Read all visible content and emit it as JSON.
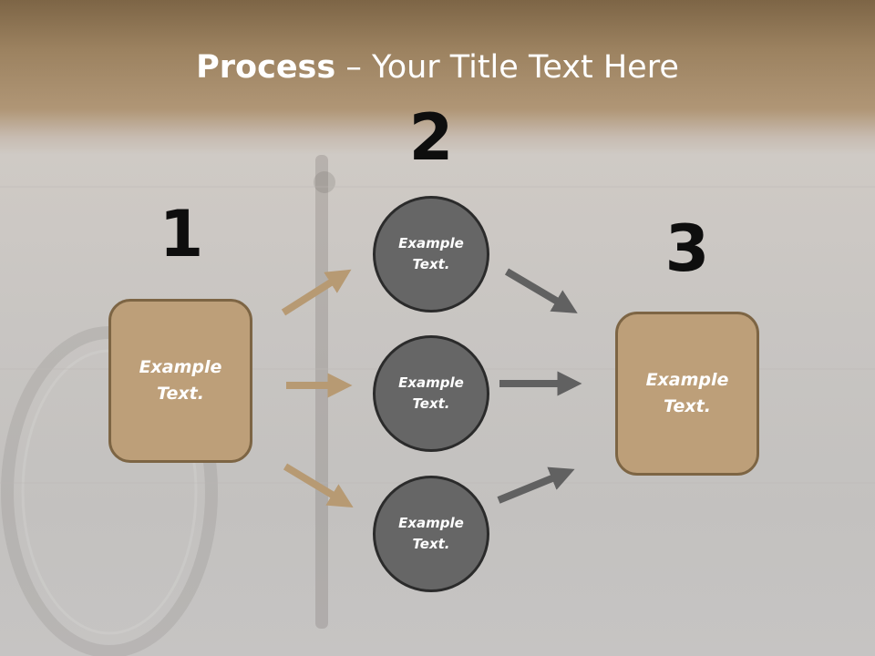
{
  "slide": {
    "title_bold": "Process",
    "title_rest": " – Your Title Text Here"
  },
  "steps": {
    "one": {
      "number": "1",
      "box_text": "Example\nText."
    },
    "two": {
      "number": "2",
      "circles": [
        {
          "text": "Example\nText."
        },
        {
          "text": "Example\nText."
        },
        {
          "text": "Example\nText."
        }
      ]
    },
    "three": {
      "number": "3",
      "box_text": "Example\nText."
    }
  },
  "colors": {
    "box_fill": "#bd9f79",
    "box_border": "#7d6544",
    "circle_fill": "#666666",
    "tan_arrow": "#b79a73",
    "gray_arrow": "#616161",
    "number_color": "#0e0e0e"
  }
}
